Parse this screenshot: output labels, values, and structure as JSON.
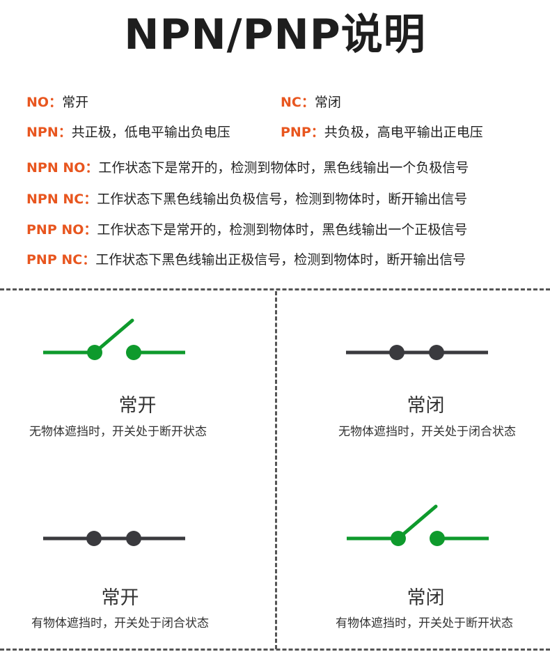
{
  "title": "NPN/PNP说明",
  "definitions": [
    {
      "key": "NO：",
      "text": "常开"
    },
    {
      "key": "NC：",
      "text": "常闭"
    },
    {
      "key": "NPN：",
      "text": "共正极，低电平输出负电压"
    },
    {
      "key": "PNP：",
      "text": "共负极，高电平输出正电压"
    },
    {
      "key": "NPN NO：",
      "text": "工作状态下是常开的，检测到物体时，黑色线输出一个负极信号"
    },
    {
      "key": "NPN NC：",
      "text": "工作状态下黑色线输出负极信号，检测到物体时，断开输出信号"
    },
    {
      "key": "PNP NO：",
      "text": "工作状态下是常开的，检测到物体时，黑色线输出一个正极信号"
    },
    {
      "key": "PNP NC：",
      "text": "工作状态下黑色线输出正极信号，检测到物体时，断开输出信号"
    }
  ],
  "panels": [
    {
      "title": "常开",
      "desc": "无物体遮挡时，开关处于断开状态",
      "switch": "open",
      "color": "#0e9a2c"
    },
    {
      "title": "常闭",
      "desc": "无物体遮挡时，开关处于闭合状态",
      "switch": "closed",
      "color": "#3a3a3e"
    },
    {
      "title": "常开",
      "desc": "有物体遮挡时，开关处于闭合状态",
      "switch": "closed",
      "color": "#3a3a3e"
    },
    {
      "title": "常闭",
      "desc": "有物体遮挡时，开关处于断开状态",
      "switch": "open",
      "color": "#0e9a2c"
    }
  ],
  "colors": {
    "accent": "#e8561f",
    "active_switch": "#0e9a2c",
    "idle_switch": "#3a3a3e"
  }
}
